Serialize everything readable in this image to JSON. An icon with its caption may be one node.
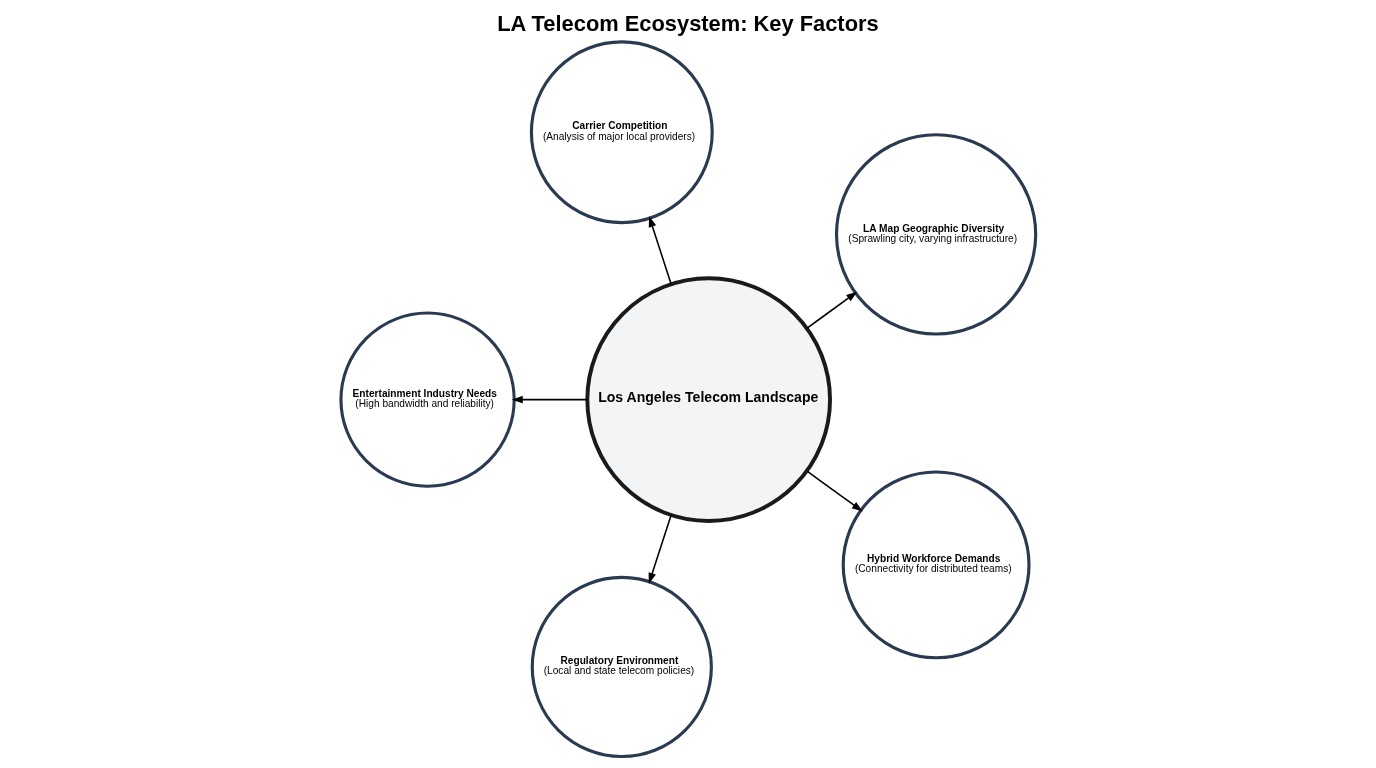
{
  "diagram": {
    "title": "LA Telecom Ecosystem: Key Factors",
    "nodes": [
      {
        "text": [
          "Los Angeles Telecom Landscape"
        ]
      },
      {
        "text": [
          "LA Map Geographic Diversity",
          "(Sprawling city, varying infrastructure)"
        ]
      },
      {
        "text": [
          "Carrier Competition",
          "(Analysis of major local providers)"
        ]
      },
      {
        "text": [
          "Entertainment Industry Needs",
          "(High bandwidth and reliability)"
        ]
      },
      {
        "text": [
          "Regulatory Environment",
          "(Local and state telecom policies)"
        ]
      },
      {
        "text": [
          "Hybrid Workforce Demands",
          "(Connectivity for distributed teams)"
        ]
      }
    ],
    "edges": [
      {
        "from": 0,
        "to": 1,
        "arrow": "to"
      },
      {
        "from": 0,
        "to": 2,
        "arrow": "to"
      },
      {
        "from": 0,
        "to": 3,
        "arrow": "to"
      },
      {
        "from": 0,
        "to": 4,
        "arrow": "to"
      },
      {
        "from": 0,
        "to": 5,
        "arrow": "to"
      }
    ]
  }
}
